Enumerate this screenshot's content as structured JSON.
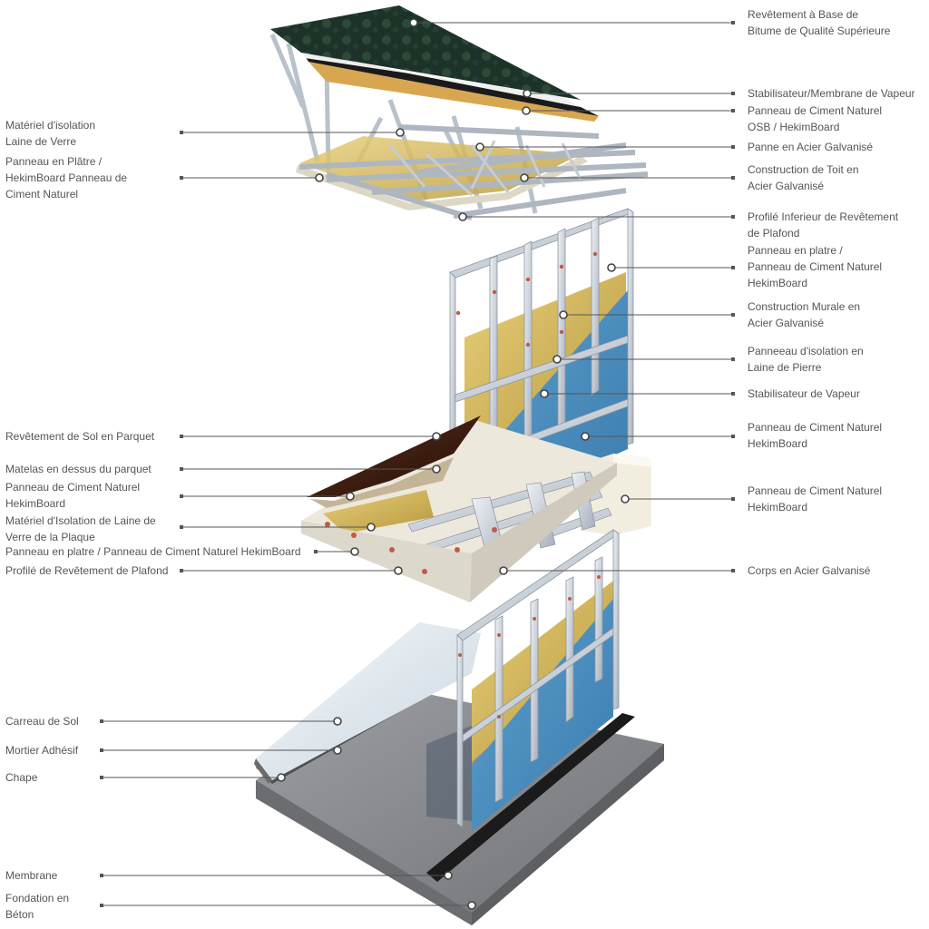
{
  "diagram": {
    "labels_right": [
      {
        "id": "roof-shingle",
        "text": "Revêtement à Base de\nBitume de Qualité Supérieure"
      },
      {
        "id": "roof-vapor-membrane",
        "text": "Stabilisateur/Membrane de Vapeur"
      },
      {
        "id": "roof-osb-panel",
        "text": "Panneau de Ciment Naturel\nOSB / HekimBoard"
      },
      {
        "id": "roof-purlin",
        "text": "Panne en Acier Galvanisé"
      },
      {
        "id": "roof-steel-construction",
        "text": "Construction de Toit en\nAcier Galvanisé"
      },
      {
        "id": "ceiling-lower-profile",
        "text": "Profilé Inferieur de Revêtement\nde Plafond"
      },
      {
        "id": "wall-plaster-panel",
        "text": "Panneau en platre /\nPanneau de Ciment Naturel\nHekimBoard"
      },
      {
        "id": "wall-steel-construction",
        "text": "Construction Murale en\nAcier Galvanisé"
      },
      {
        "id": "wall-stone-wool",
        "text": "Panneeau d'isolation en\nLaine de Pierre"
      },
      {
        "id": "wall-vapor-stabilizer",
        "text": "Stabilisateur de Vapeur"
      },
      {
        "id": "wall-cement-board",
        "text": "Panneau de Ciment Naturel\nHekimBoard"
      },
      {
        "id": "floor-edge-cement-board",
        "text": "Panneau de Ciment Naturel\nHekimBoard"
      },
      {
        "id": "floor-steel-body",
        "text": "Corps en Acier Galvanisé"
      }
    ],
    "labels_left": [
      {
        "id": "roof-glass-wool",
        "text": "Matériel d'isolation\nLaine de Verre"
      },
      {
        "id": "roof-plaster-panel",
        "text": "Panneau en Plâtre /\nHekimBoard Panneau de\nCiment Naturel"
      },
      {
        "id": "floor-parquet",
        "text": "Revêtement de Sol en Parquet"
      },
      {
        "id": "floor-parquet-mat",
        "text": "Matelas en dessus du parquet"
      },
      {
        "id": "floor-cement-board",
        "text": "Panneau de Ciment Naturel\nHekimBoard"
      },
      {
        "id": "floor-glass-wool",
        "text": "Matériel d'Isolation de Laine de\nVerre de la Plaque"
      },
      {
        "id": "floor-plaster-panel",
        "text": "Panneau en platre / Panneau de Ciment Naturel HekimBoard"
      },
      {
        "id": "floor-ceiling-profile",
        "text": "Profilé de Revêtement de Plafond"
      },
      {
        "id": "ground-floor-tile",
        "text": "Carreau de Sol"
      },
      {
        "id": "ground-tile-mortar",
        "text": "Mortier Adhésif"
      },
      {
        "id": "ground-screed",
        "text": "Chape"
      },
      {
        "id": "ground-membrane",
        "text": "Membrane"
      },
      {
        "id": "ground-concrete-foundation",
        "text": "Fondation en\nBéton"
      }
    ]
  }
}
